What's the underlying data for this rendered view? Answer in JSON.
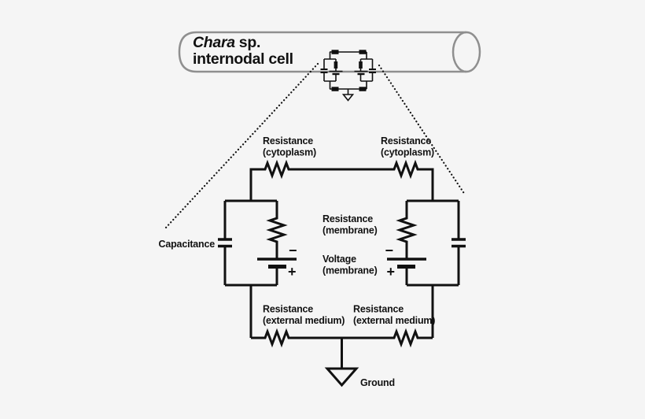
{
  "title": {
    "genus": "Chara",
    "species_abbrev": "sp.",
    "line2": "internodal cell"
  },
  "labels": {
    "resistance_cytoplasm_left": {
      "line1": "Resistance",
      "line2": "(cytoplasm)"
    },
    "resistance_cytoplasm_right": {
      "line1": "Resistance",
      "line2": "(cytoplasm)"
    },
    "resistance_membrane": {
      "line1": "Resistance",
      "line2": "(membrane)"
    },
    "voltage_membrane": {
      "line1": "Voltage",
      "line2": "(membrane)"
    },
    "capacitance": "Capacitance",
    "resistance_external_left": {
      "line1": "Resistance",
      "line2": "(external medium)"
    },
    "resistance_external_right": {
      "line1": "Resistance",
      "line2": "(external medium)"
    },
    "ground": "Ground"
  },
  "battery": {
    "minus_label": "−",
    "plus_label": "+"
  },
  "colors": {
    "background": "#f5f5f5",
    "ink": "#111111",
    "cell_outline": "#8f8f8f"
  }
}
